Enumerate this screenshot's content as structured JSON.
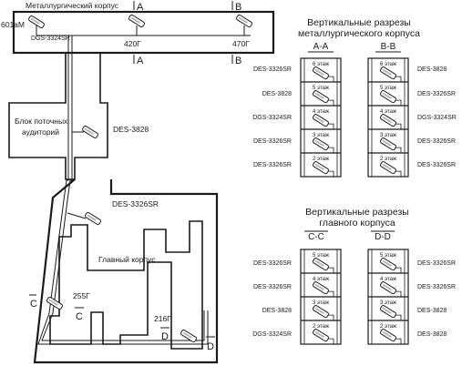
{
  "plan": {
    "metallurgical_building": "Металлургический корпус",
    "lecture_block": [
      "Блок поточных",
      "аудиторий"
    ],
    "main_building": "Главный корпус",
    "room_601": "601аМ",
    "room_420": "420Г",
    "room_470": "470Г",
    "room_255": "255Г",
    "room_216": "216Г",
    "switch_dgs_3324sr": "DGS-3324SR",
    "switch_des_3828": "DES-3828",
    "switch_des_3326sr": "DES-3326SR",
    "cut_a": "A",
    "cut_b": "B",
    "cut_c": "C",
    "cut_d": "D"
  },
  "metallurgical_sections": {
    "title": [
      "Вертикальные разрезы",
      "металлургического корпуса"
    ],
    "section_a": "A-A",
    "section_b": "B-B",
    "floors": [
      "6 этаж",
      "5 этаж",
      "4 этаж",
      "3 этаж",
      "2 этаж"
    ],
    "left_switches": [
      "DES-3326SR",
      "DES-3828",
      "DGS-3324SR",
      "DES-3326SR",
      "DES-3326SR"
    ],
    "right_switches": [
      "DES-3828",
      "DES-3326SR",
      "DGS-3324SR",
      "DES-3326SR",
      "DES-3326SR"
    ]
  },
  "main_sections": {
    "title": [
      "Вертикальные разрезы",
      "главного корпуса"
    ],
    "section_c": "C-C",
    "section_d": "D-D",
    "floors": [
      "5 этаж",
      "4 этаж",
      "3 этаж",
      "2 этаж"
    ],
    "left_switches": [
      "DES-3326SR",
      "DES-3326SR",
      "DES-3828",
      "DGS-3324SR"
    ],
    "right_switches": [
      "DES-3326SR",
      "DES-3326SR",
      "DES-3828",
      "DES-3828"
    ]
  }
}
